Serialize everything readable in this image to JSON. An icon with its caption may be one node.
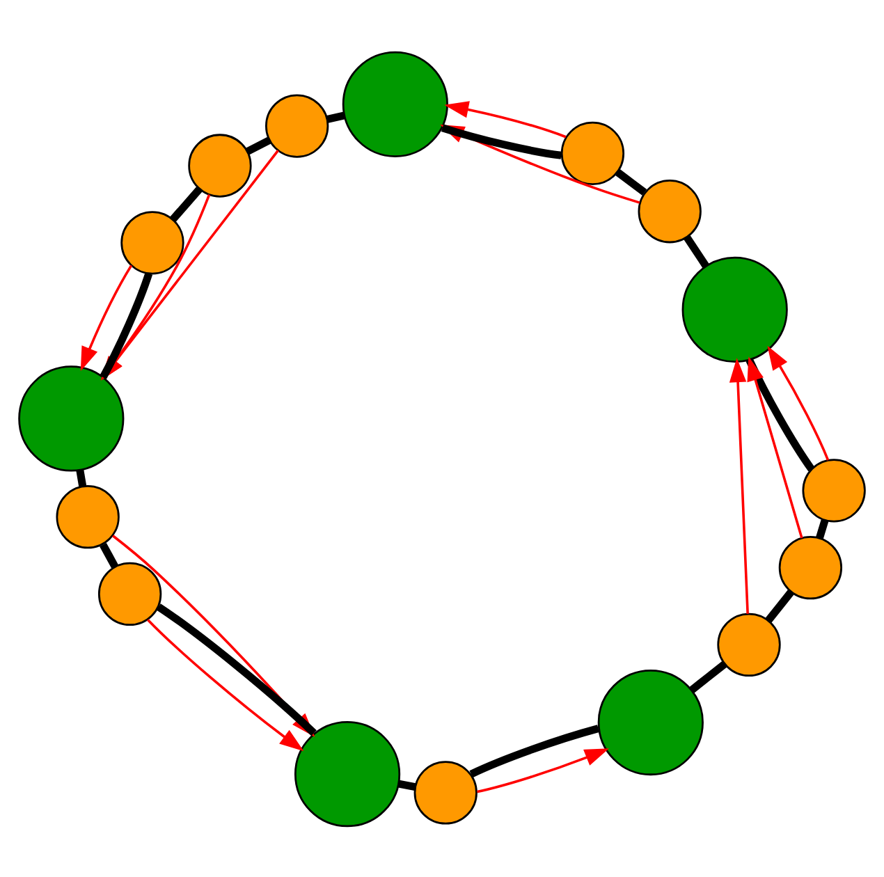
{
  "diagram": {
    "nodes": [
      {
        "text": [],
        "shape": "circle"
      },
      {
        "text": [],
        "shape": "circle"
      },
      {
        "text": [],
        "shape": "circle"
      },
      {
        "text": [],
        "shape": "circle"
      },
      {
        "text": [],
        "shape": "circle"
      },
      {
        "text": [],
        "shape": "circle"
      },
      {
        "text": [],
        "shape": "circle"
      },
      {
        "text": [],
        "shape": "circle"
      },
      {
        "text": [],
        "shape": "circle"
      },
      {
        "text": [],
        "shape": "circle"
      },
      {
        "text": [],
        "shape": "circle"
      },
      {
        "text": [],
        "shape": "circle"
      },
      {
        "text": [],
        "shape": "circle"
      },
      {
        "text": [],
        "shape": "circle"
      },
      {
        "text": [],
        "shape": "circle"
      },
      {
        "text": [],
        "shape": "circle"
      }
    ],
    "edges": [
      {
        "from": 0,
        "to": 1,
        "arrow": "none"
      },
      {
        "from": 1,
        "to": 2,
        "arrow": "none"
      },
      {
        "from": 2,
        "to": 3,
        "arrow": "none"
      },
      {
        "from": 3,
        "to": 4,
        "arrow": "none"
      },
      {
        "from": 4,
        "to": 5,
        "arrow": "none"
      },
      {
        "from": 5,
        "to": 6,
        "arrow": "none"
      },
      {
        "from": 6,
        "to": 7,
        "arrow": "none"
      },
      {
        "from": 7,
        "to": 8,
        "arrow": "none"
      },
      {
        "from": 8,
        "to": 9,
        "arrow": "none"
      },
      {
        "from": 9,
        "to": 10,
        "arrow": "none"
      },
      {
        "from": 10,
        "to": 11,
        "arrow": "none"
      },
      {
        "from": 11,
        "to": 12,
        "arrow": "none"
      },
      {
        "from": 12,
        "to": 13,
        "arrow": "none"
      },
      {
        "from": 13,
        "to": 14,
        "arrow": "none"
      },
      {
        "from": 14,
        "to": 15,
        "arrow": "none"
      },
      {
        "from": 15,
        "to": 0,
        "arrow": "none"
      },
      {
        "from": 0,
        "to": 1,
        "arrow": "to",
        "color": "#ff0000"
      },
      {
        "from": 15,
        "to": 1,
        "arrow": "to",
        "color": "#ff0000"
      },
      {
        "from": 14,
        "to": 1,
        "arrow": "to",
        "color": "#ff0000"
      },
      {
        "from": 2,
        "to": 4,
        "arrow": "to",
        "color": "#ff0000"
      },
      {
        "from": 3,
        "to": 4,
        "arrow": "to",
        "color": "#ff0000"
      },
      {
        "from": 5,
        "to": 8,
        "arrow": "to",
        "color": "#ff0000"
      },
      {
        "from": 6,
        "to": 8,
        "arrow": "to",
        "color": "#ff0000"
      },
      {
        "from": 7,
        "to": 8,
        "arrow": "to",
        "color": "#ff0000"
      },
      {
        "from": 9,
        "to": 11,
        "arrow": "to",
        "color": "#ff0000"
      },
      {
        "from": 10,
        "to": 11,
        "arrow": "to",
        "color": "#ff0000"
      },
      {
        "from": 12,
        "to": 13,
        "arrow": "to",
        "color": "#ff0000"
      }
    ]
  }
}
